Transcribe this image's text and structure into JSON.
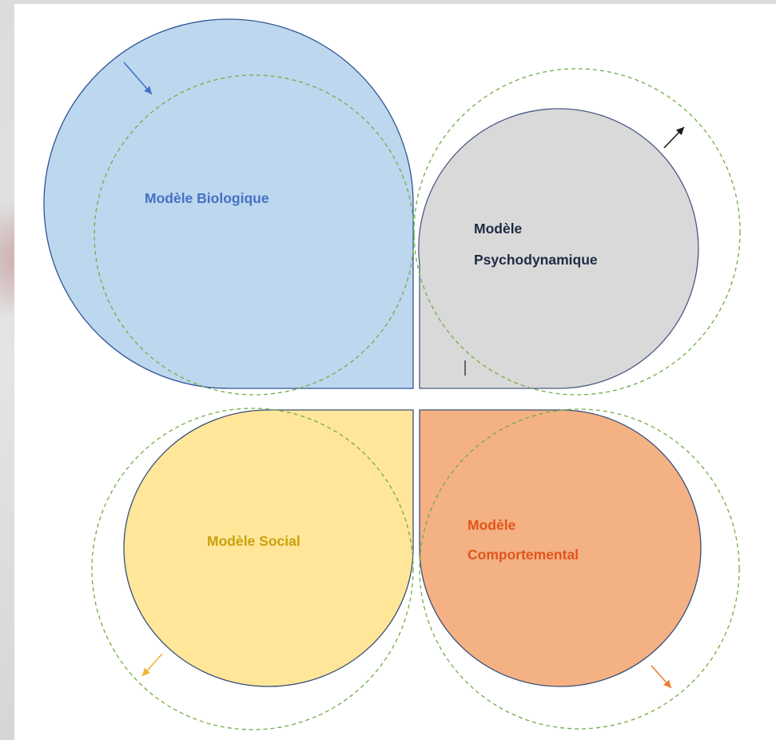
{
  "diagram": {
    "petals": [
      {
        "id": "biologique",
        "lines": [
          "Modèle Biologique"
        ],
        "fill": "#bdd7ee",
        "stroke": "#2f5597",
        "text_color": "#4472c4",
        "arrow_color": "#4472c4"
      },
      {
        "id": "psychodynamique",
        "lines": [
          "Modèle",
          "Psychodynamique"
        ],
        "fill": "#d9d9d9",
        "stroke": "#4a5a82",
        "text_color": "#1f2a44",
        "arrow_color": "#1a1a1a"
      },
      {
        "id": "social",
        "lines": [
          "Modèle Social"
        ],
        "fill": "#ffe699",
        "stroke": "#3a4f7a",
        "text_color": "#c9a20b",
        "arrow_color": "#f2b233"
      },
      {
        "id": "comportemental",
        "lines": [
          "Modèle",
          "Comportemental"
        ],
        "fill": "#f4b183",
        "stroke": "#3a4f7a",
        "text_color": "#e0551b",
        "arrow_color": "#ed7d31"
      }
    ],
    "dashed_circle_color": "#70ad47"
  }
}
